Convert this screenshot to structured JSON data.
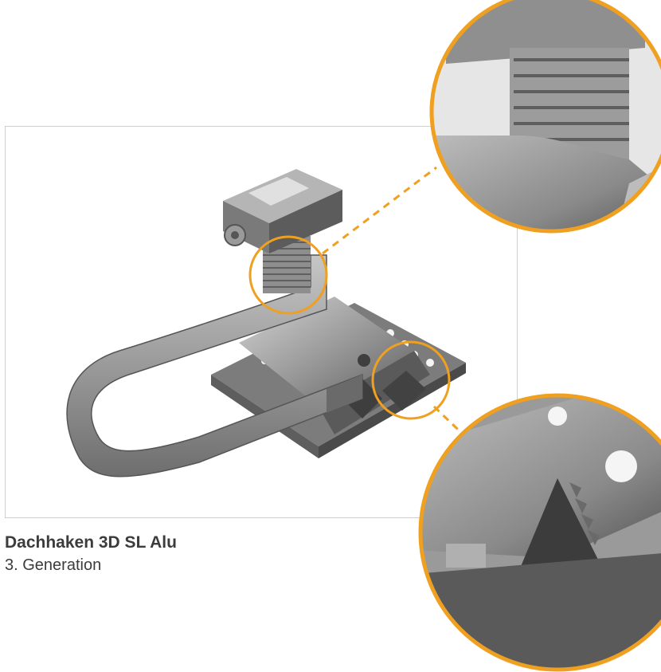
{
  "product": {
    "title": "Dachhaken 3D SL Alu",
    "subtitle": "3. Generation"
  },
  "colors": {
    "accent": "#f0a020",
    "frame_border": "#cfcfcf",
    "metal_light": "#c2c2c2",
    "metal_mid": "#8d8d8d",
    "metal_dark": "#4f4f4f",
    "text": "#3c3c3c"
  },
  "detail_callouts": [
    {
      "label": "",
      "subject": "screw-clamp-serration"
    },
    {
      "label": "",
      "subject": "base-plate-teeth"
    }
  ]
}
